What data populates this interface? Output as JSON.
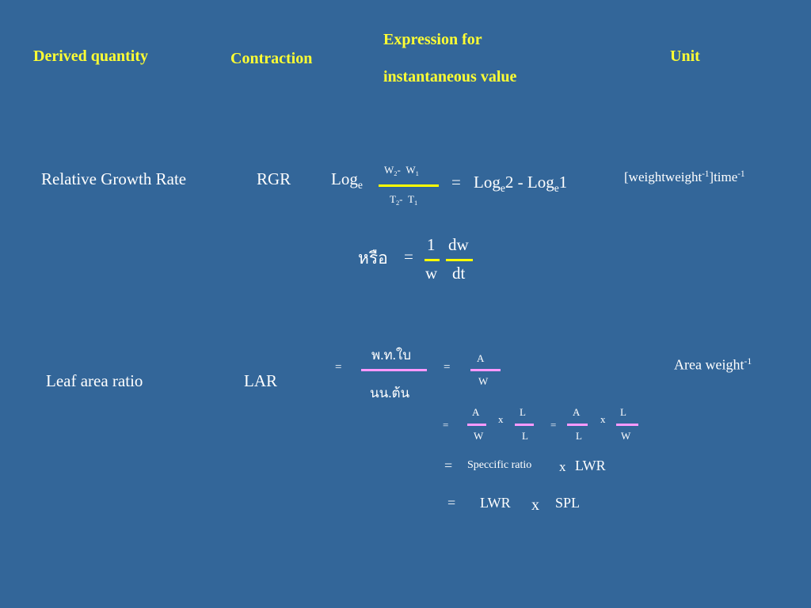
{
  "header": {
    "derived_quantity": "Derived quantity",
    "contraction": "Contraction",
    "expression_line1": "Expression for",
    "expression_line2": "instantaneous value",
    "unit": "Unit"
  },
  "rgr": {
    "name": "Relative Growth Rate",
    "abbr": "RGR",
    "log": "Log",
    "e": "e",
    "num_w2": "W",
    "num_sub2": "2",
    "num_dash": "-",
    "num_w1": "W",
    "num_sub1": "1",
    "den_t2": "T",
    "den_sub2": "2",
    "den_dash": "-",
    "den_t1": "T",
    "den_sub1": "1",
    "equals": "=",
    "log2": "Log",
    "two_minus": "2 - Log",
    "one": "1",
    "unit_open": "[weightweight",
    "unit_sup1": "-1",
    "unit_mid": "]time",
    "unit_sup2": "-1",
    "alt_word": "หรือ",
    "alt_equals": "=",
    "alt_num1": "1",
    "alt_den1": "w",
    "alt_num2": "dw",
    "alt_den2": "dt"
  },
  "lar": {
    "name": "Leaf area ratio",
    "abbr": "LAR",
    "eq1": "=",
    "frac1_num": "พ.ท.ใบ",
    "frac1_den": "นน.ต้น",
    "eq2": "=",
    "frac2_num": "A",
    "frac2_den": "W",
    "unit_base": "Area weight",
    "unit_sup": "-1",
    "row2_eq1": "=",
    "row2_a1": "A",
    "row2_w1": "W",
    "row2_x1": "x",
    "row2_l1": "L",
    "row2_l1d": "L",
    "row2_eq2": "=",
    "row2_a2": "A",
    "row2_l2d": "L",
    "row2_x2": "x",
    "row2_l2": "L",
    "row2_w2": "W",
    "row3_eq": "=",
    "row3_label": "Speccific ratio",
    "row3_x": "x",
    "row3_lwr": "LWR",
    "row4_eq": "=",
    "row4_lwr": "LWR",
    "row4_x": "x",
    "row4_spl": "SPL"
  },
  "colors": {
    "background": "#336699",
    "header": "#ffff33",
    "bar_yellow": "#ffff00",
    "bar_pink": "#ff99ff",
    "text": "#ffffff"
  }
}
